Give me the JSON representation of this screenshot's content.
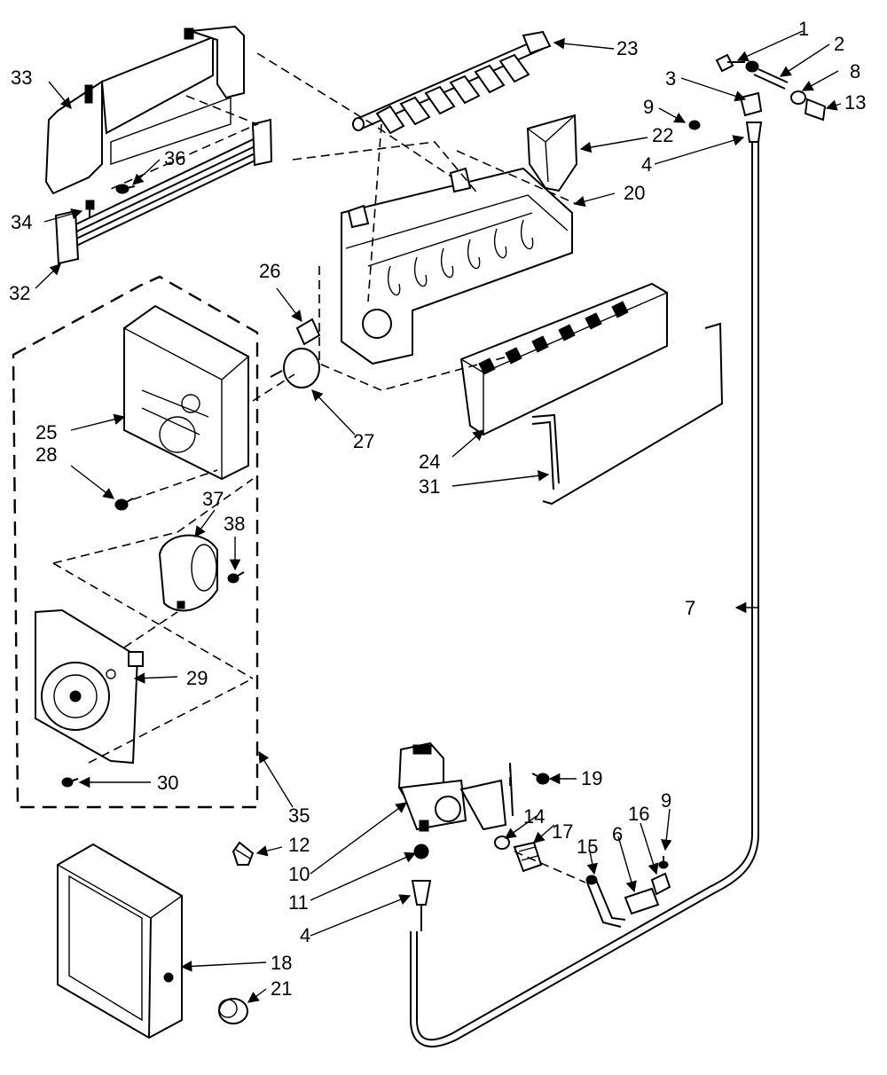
{
  "diagram": {
    "callouts": [
      "1",
      "2",
      "3",
      "4",
      "6",
      "7",
      "8",
      "9",
      "10",
      "11",
      "12",
      "13",
      "14",
      "15",
      "16",
      "17",
      "18",
      "19",
      "20",
      "21",
      "22",
      "23",
      "24",
      "25",
      "26",
      "27",
      "28",
      "29",
      "30",
      "31",
      "32",
      "33",
      "34",
      "35",
      "36",
      "37",
      "38"
    ],
    "labels": {
      "l1": "1",
      "l2": "2",
      "l3": "3",
      "l4a": "4",
      "l4b": "4",
      "l6": "6",
      "l7": "7",
      "l8": "8",
      "l9a": "9",
      "l9b": "9",
      "l10": "10",
      "l11": "11",
      "l12": "12",
      "l13": "13",
      "l14": "14",
      "l15": "15",
      "l16": "16",
      "l17": "17",
      "l18": "18",
      "l19": "19",
      "l20": "20",
      "l21": "21",
      "l22": "22",
      "l23": "23",
      "l24": "24",
      "l25": "25",
      "l26": "26",
      "l27": "27",
      "l28": "28",
      "l29": "29",
      "l30": "30",
      "l31": "31",
      "l32": "32",
      "l33": "33",
      "l34": "34",
      "l35": "35",
      "l36": "36",
      "l37": "37",
      "l38": "38"
    }
  }
}
